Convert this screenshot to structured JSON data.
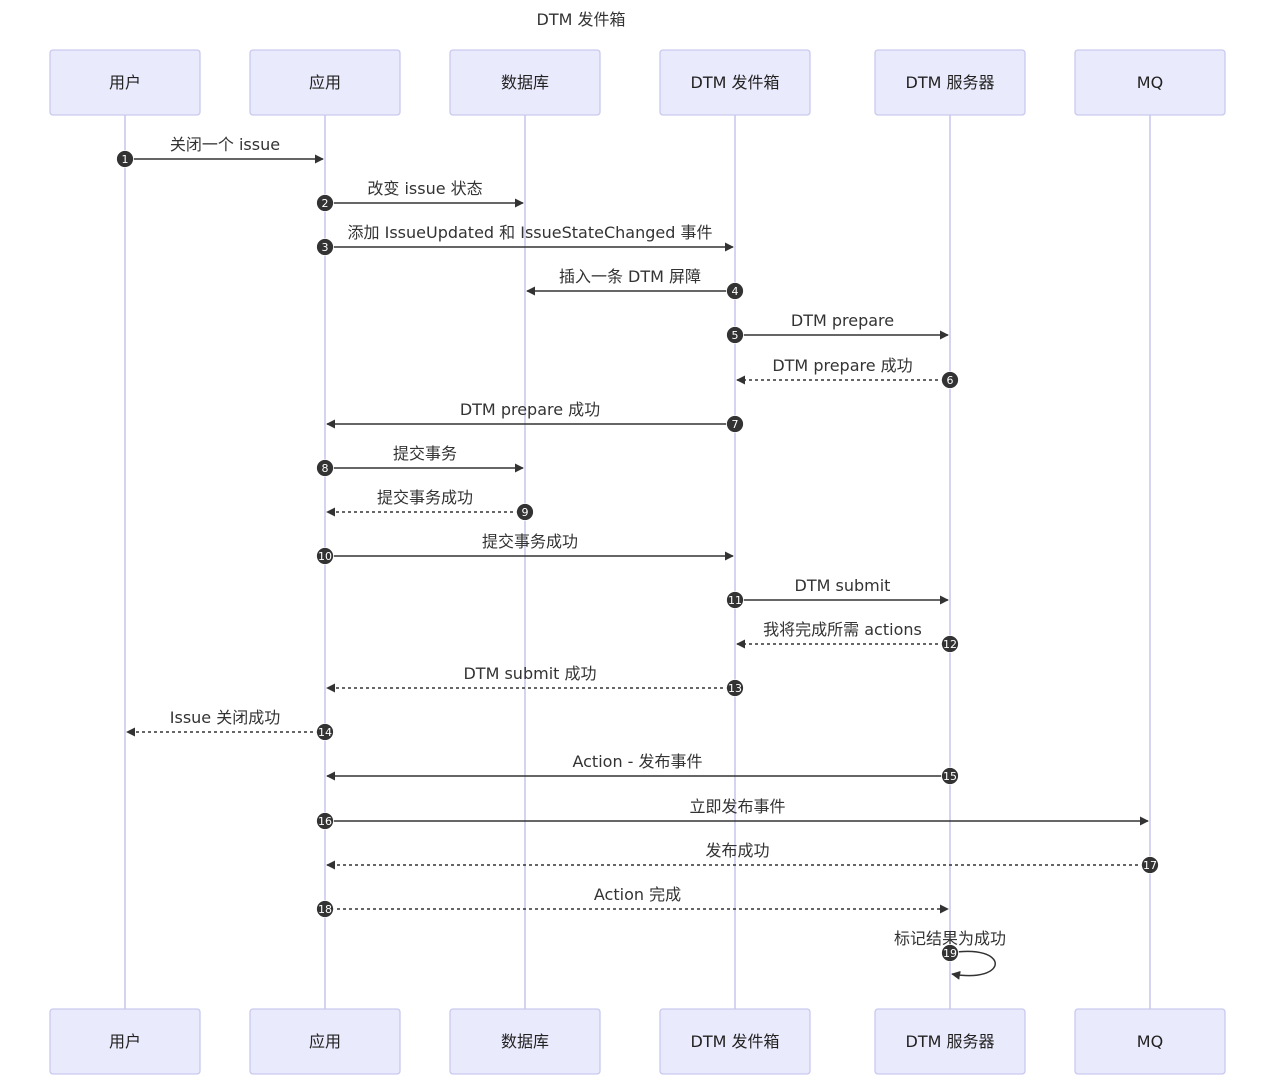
{
  "title": "DTM 发件箱",
  "participants": [
    {
      "id": "user",
      "label": "用户"
    },
    {
      "id": "app",
      "label": "应用"
    },
    {
      "id": "db",
      "label": "数据库"
    },
    {
      "id": "outbox",
      "label": "DTM 发件箱"
    },
    {
      "id": "server",
      "label": "DTM 服务器"
    },
    {
      "id": "mq",
      "label": "MQ"
    }
  ],
  "messages": [
    {
      "num": "1",
      "from": "user",
      "to": "app",
      "text": "关闭一个 issue",
      "style": "solid"
    },
    {
      "num": "2",
      "from": "app",
      "to": "db",
      "text": "改变 issue 状态",
      "style": "solid"
    },
    {
      "num": "3",
      "from": "app",
      "to": "outbox",
      "text": "添加 IssueUpdated 和 IssueStateChanged 事件",
      "style": "solid"
    },
    {
      "num": "4",
      "from": "outbox",
      "to": "db",
      "text": "插入一条 DTM 屏障",
      "style": "solid"
    },
    {
      "num": "5",
      "from": "outbox",
      "to": "server",
      "text": "DTM prepare",
      "style": "solid"
    },
    {
      "num": "6",
      "from": "server",
      "to": "outbox",
      "text": "DTM prepare 成功",
      "style": "dotted"
    },
    {
      "num": "7",
      "from": "outbox",
      "to": "app",
      "text": "DTM prepare 成功",
      "style": "solid"
    },
    {
      "num": "8",
      "from": "app",
      "to": "db",
      "text": "提交事务",
      "style": "solid"
    },
    {
      "num": "9",
      "from": "db",
      "to": "app",
      "text": "提交事务成功",
      "style": "dotted"
    },
    {
      "num": "10",
      "from": "app",
      "to": "outbox",
      "text": "提交事务成功",
      "style": "solid"
    },
    {
      "num": "11",
      "from": "outbox",
      "to": "server",
      "text": "DTM submit",
      "style": "solid"
    },
    {
      "num": "12",
      "from": "server",
      "to": "outbox",
      "text": "我将完成所需 actions",
      "style": "dotted"
    },
    {
      "num": "13",
      "from": "outbox",
      "to": "app",
      "text": "DTM submit 成功",
      "style": "dotted"
    },
    {
      "num": "14",
      "from": "app",
      "to": "user",
      "text": "Issue 关闭成功",
      "style": "dotted"
    },
    {
      "num": "15",
      "from": "server",
      "to": "app",
      "text": "Action - 发布事件",
      "style": "solid"
    },
    {
      "num": "16",
      "from": "app",
      "to": "mq",
      "text": "立即发布事件",
      "style": "solid"
    },
    {
      "num": "17",
      "from": "mq",
      "to": "app",
      "text": "发布成功",
      "style": "dotted"
    },
    {
      "num": "18",
      "from": "app",
      "to": "server",
      "text": "Action 完成",
      "style": "dotted"
    },
    {
      "num": "19",
      "from": "server",
      "to": "server",
      "text": "标记结果为成功",
      "style": "solid"
    }
  ]
}
